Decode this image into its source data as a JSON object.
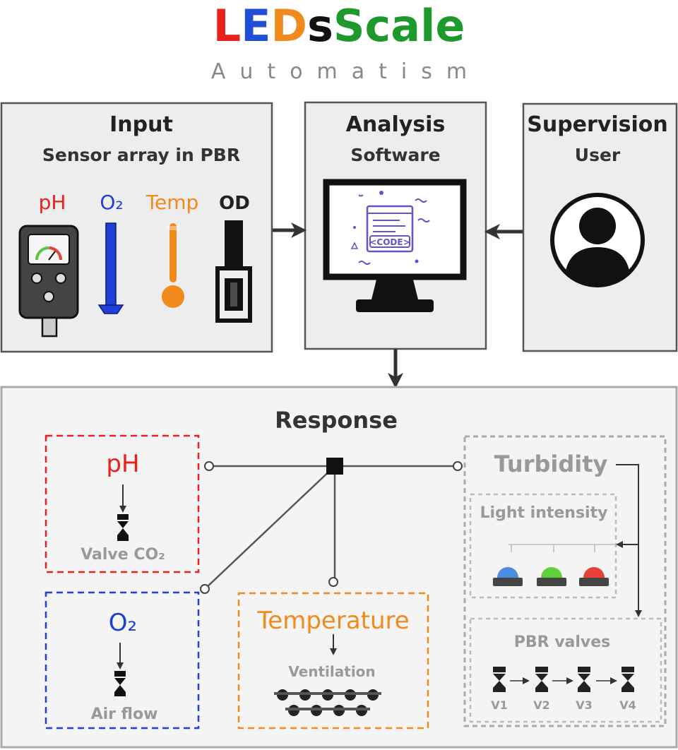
{
  "logo": {
    "letters": [
      "L",
      "E",
      "D",
      "s",
      "Scale"
    ],
    "colors": [
      "#e8211c",
      "#1f4fd6",
      "#f08a1c",
      "#111111",
      "#1e9a2c"
    ],
    "subtitle": "Automatism"
  },
  "colors": {
    "ph": "#e8211c",
    "o2": "#1f3fd6",
    "temp": "#f08a1c",
    "panel_bg": "#ededed",
    "panel_border": "#555555",
    "response_bg": "#f4f4f4",
    "code_purple": "#6a4fd0"
  },
  "input": {
    "title": "Input",
    "subtitle": "Sensor array in PBR",
    "sensors": [
      {
        "label": "pH",
        "icon": "ph-meter-icon"
      },
      {
        "label": "O₂",
        "icon": "oxygen-probe-icon"
      },
      {
        "label": "Temp",
        "icon": "thermometer-icon"
      },
      {
        "label": "OD",
        "icon": "od-sensor-icon"
      }
    ]
  },
  "analysis": {
    "title": "Analysis",
    "subtitle": "Software",
    "code_label": "<CODE>"
  },
  "supervision": {
    "title": "Supervision",
    "subtitle": "User"
  },
  "response": {
    "title": "Response",
    "ph": {
      "label": "pH",
      "actuator": "Valve CO₂"
    },
    "o2": {
      "label": "O₂",
      "actuator": "Air flow"
    },
    "temperature": {
      "label": "Temperature",
      "actuator": "Ventilation"
    },
    "turbidity": {
      "label": "Turbidity",
      "light": {
        "label": "Light intensity",
        "leds": [
          "#4a8de0",
          "#5fd03a",
          "#e8403a"
        ]
      },
      "pbr": {
        "label": "PBR valves",
        "valves": [
          "V1",
          "V2",
          "V3",
          "V4"
        ]
      }
    }
  }
}
